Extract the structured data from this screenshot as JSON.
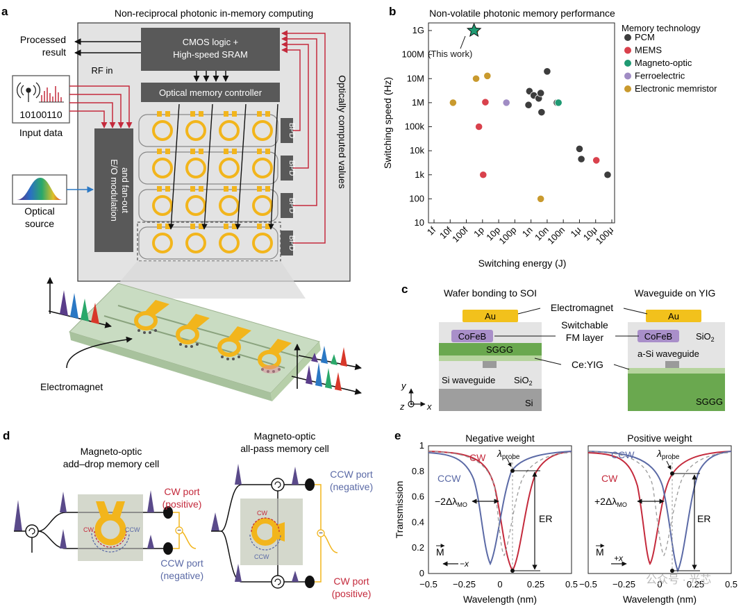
{
  "panel_a": {
    "letter": "a",
    "title": "Non-reciprocal photonic in-memory computing",
    "processed_result": [
      "Processed",
      "result"
    ],
    "cmos_block": [
      "CMOS logic +",
      "High-speed SRAM"
    ],
    "controller": "Optical memory controller",
    "rf_in": "RF in",
    "input_bits": "10100110",
    "input_data": "Input data",
    "optical_source": [
      "Optical",
      "source"
    ],
    "eo_block": [
      "E/O modulation",
      "and fan-out"
    ],
    "bpd": "BPD",
    "side_label": "Optically computed values",
    "electromagnet": "Electromagnet"
  },
  "panel_b": {
    "letter": "b",
    "title": "Non-volatile photonic memory performance",
    "this_work": "(This work)"
  },
  "panel_c": {
    "letter": "c",
    "left_title": "Wafer bonding to SOI",
    "right_title": "Waveguide on YIG",
    "electromagnet": "Electromagnet",
    "au": "Au",
    "switchable": [
      "Switchable",
      "FM layer"
    ],
    "cofeb": "CoFeB",
    "sggg": "SGGG",
    "ceyig": "Ce:YIG",
    "si_waveguide": "Si waveguide",
    "sio2": "SiO",
    "si": "Si",
    "asi_waveguide": "a-Si waveguide",
    "axis_y": "y",
    "axis_z": "z",
    "axis_x": "x"
  },
  "panel_d": {
    "letter": "d",
    "left_title": [
      "Magneto-optic",
      "add–drop memory cell"
    ],
    "right_title": [
      "Magneto-optic",
      "all-pass memory cell"
    ],
    "cw_port": [
      "CW port",
      "(positive)"
    ],
    "ccw_port": [
      "CCW port",
      "(negative)"
    ],
    "ccw_port_right": [
      "CCW port",
      "(negative)"
    ],
    "cw_port_right": [
      "CW port",
      "(positive)"
    ],
    "cw": "CW",
    "ccw": "CCW",
    "minus": "−",
    "plus": "+"
  },
  "panel_e": {
    "letter": "e",
    "left_title": "Negative weight",
    "right_title": "Positive weight",
    "cw": "CW",
    "ccw": "CCW",
    "lambda": "λ",
    "probe": "probe",
    "neg_shift": "−2Δλ",
    "pos_shift": "+2Δλ",
    "mo": "MO",
    "er": "ER",
    "m_vec": "M",
    "neg_x": "−x",
    "pos_x": "+x",
    "ylabel": "Transmission",
    "xlabel": "Wavelength (nm)",
    "watermark": "公众号 · 光芯"
  },
  "colors": {
    "red": "#c42a3c",
    "blue": "#5b6aa6",
    "gold": "#f2b51c",
    "pcm": "#3d3d3d",
    "mems": "#d9414c",
    "mo": "#1f9a73",
    "ferro": "#a08cc4",
    "memristor": "#c99a2e"
  },
  "chart_data": {
    "type": "scatter",
    "title": "Non-volatile photonic memory performance",
    "xlabel": "Switching energy (J)",
    "ylabel": "Switching speed (Hz)",
    "xscale": "log",
    "yscale": "log",
    "xlim": [
      1e-15,
      0.0001
    ],
    "ylim": [
      10,
      1000000000.0
    ],
    "xticks": [
      "1f",
      "10f",
      "100f",
      "1p",
      "10p",
      "100p",
      "1n",
      "10n",
      "100n",
      "1μ",
      "10μ",
      "100μ"
    ],
    "yticks": [
      "10",
      "100",
      "1k",
      "10k",
      "100k",
      "1M",
      "10M",
      "100M",
      "1G"
    ],
    "legend_title": "Memory technology",
    "legend_position": "top-right",
    "series": [
      {
        "name": "PCM",
        "color": "#3d3d3d",
        "x": [
          8e-10,
          7e-10,
          1.5e-09,
          3e-09,
          4e-09,
          4.5e-09,
          1e-08,
          4e-08,
          1e-06,
          1.3e-06,
          5.5e-05
        ],
        "y": [
          3000000.0,
          800000.0,
          2000000.0,
          1500000.0,
          2500000.0,
          400000.0,
          20000000.0,
          1000000.0,
          12000.0,
          4500.0,
          1000.0
        ]
      },
      {
        "name": "MEMS",
        "color": "#d9414c",
        "x": [
          6e-13,
          1.1e-12,
          1.5e-12,
          1.1e-05
        ],
        "y": [
          100000.0,
          1000.0,
          1050000.0,
          4000.0
        ]
      },
      {
        "name": "Magneto-optic",
        "color": "#1f9a73",
        "x": [
          5e-08
        ],
        "y": [
          1000000.0
        ]
      },
      {
        "name": "Ferroelectric",
        "color": "#a08cc4",
        "x": [
          3e-11
        ],
        "y": [
          1000000.0
        ]
      },
      {
        "name": "Electronic memristor",
        "color": "#c99a2e",
        "x": [
          1.5e-14,
          3.5e-13,
          4e-13,
          2e-12,
          4e-09
        ],
        "y": [
          1000000.0,
          1000000000.0,
          10000000.0,
          13000000.0,
          100
        ]
      },
      {
        "name": "This work",
        "color": "#1f9a73",
        "marker": "star",
        "x": [
          3e-13
        ],
        "y": [
          1000000000.0
        ]
      }
    ]
  }
}
